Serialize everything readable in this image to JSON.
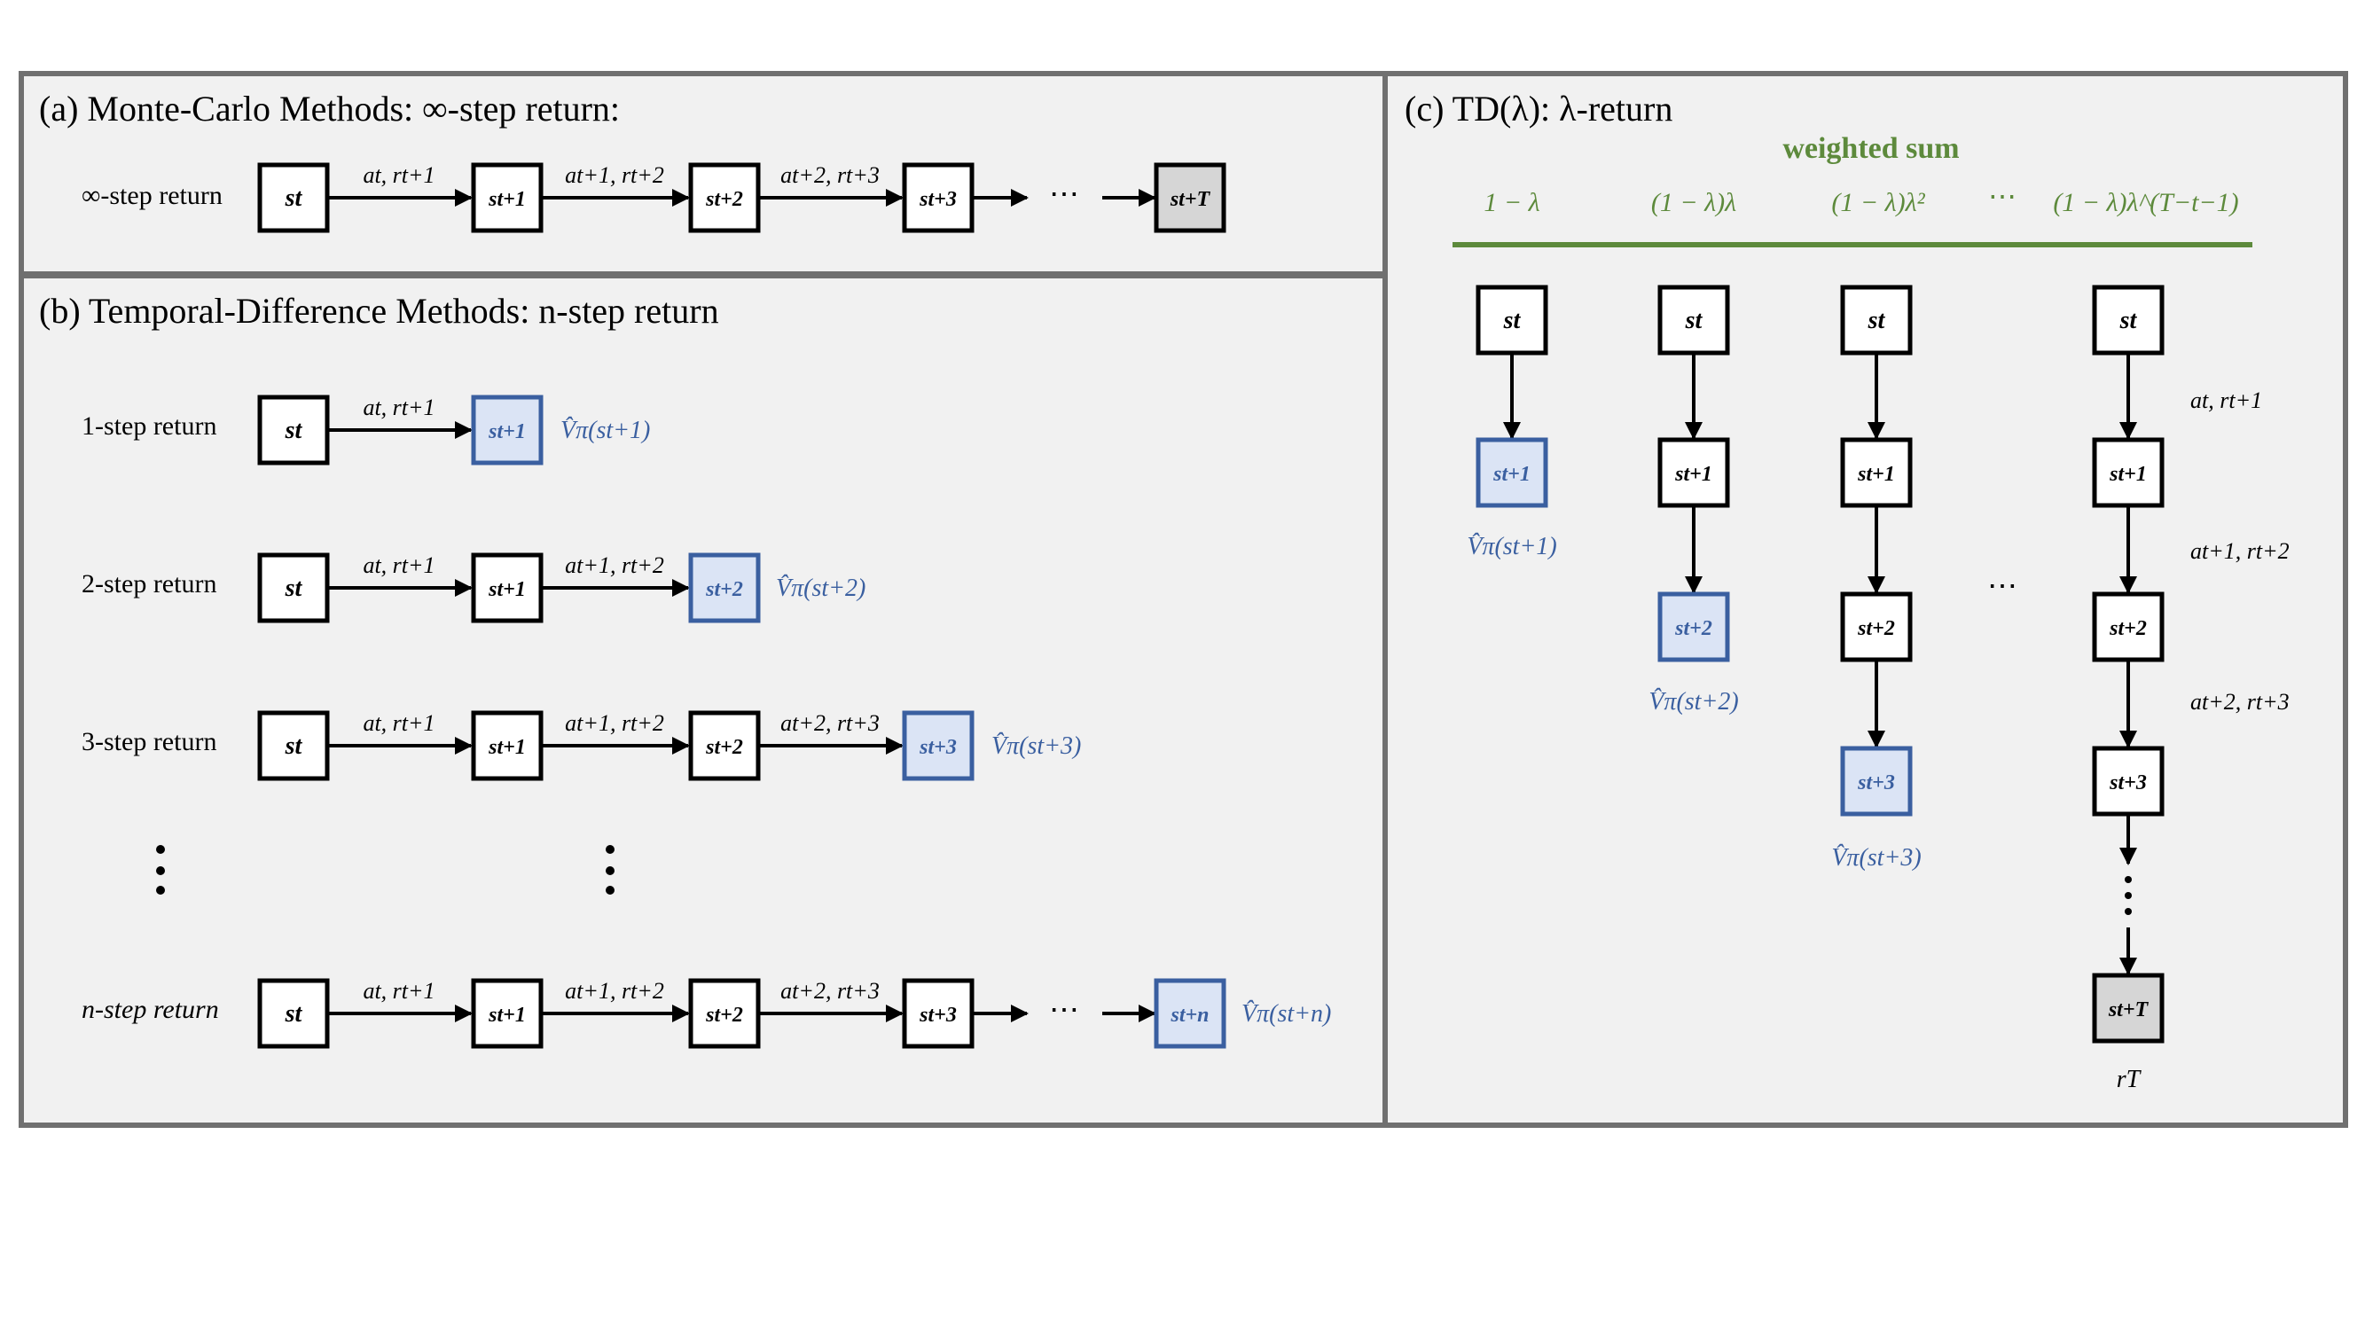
{
  "panels": {
    "a": {
      "title": "(a) Monte-Carlo Methods: ∞-step return:",
      "row_label": "∞-step return"
    },
    "b": {
      "title": "(b) Temporal-Difference Methods: n-step return",
      "rows": [
        {
          "label": "1-step return",
          "value": "V̂π(st+1)"
        },
        {
          "label": "2-step return",
          "value": "V̂π(st+2)"
        },
        {
          "label": "3-step return",
          "value": "V̂π(st+3)"
        },
        {
          "label": "n-step return",
          "value": "V̂π(st+n)"
        }
      ]
    },
    "c": {
      "title": "(c) TD(λ): λ-return",
      "weighted_sum": "weighted sum",
      "weights": [
        "1 − λ",
        "(1 − λ)λ",
        "(1 − λ)λ²",
        "⋯",
        "(1 − λ)λ^(T−t−1)"
      ],
      "values": [
        "V̂π(st+1)",
        "V̂π(st+2)",
        "V̂π(st+3)"
      ],
      "edge_labels": [
        "at, rt+1",
        "at+1, rt+2",
        "at+2, rt+3"
      ],
      "terminal_reward": "rT"
    }
  },
  "states": [
    "st",
    "st+1",
    "st+2",
    "st+3",
    "st+n",
    "st+T"
  ],
  "actions": [
    "at, rt+1",
    "at+1, rt+2",
    "at+2, rt+3"
  ],
  "colors": {
    "frame": "#707070",
    "panel_bg": "#f1f1f1",
    "bootstrap": "#3a5fa0",
    "bootstrap_fill": "#dbe4f5",
    "terminal_fill": "#d6d6d6",
    "green": "#5d8a3c"
  }
}
